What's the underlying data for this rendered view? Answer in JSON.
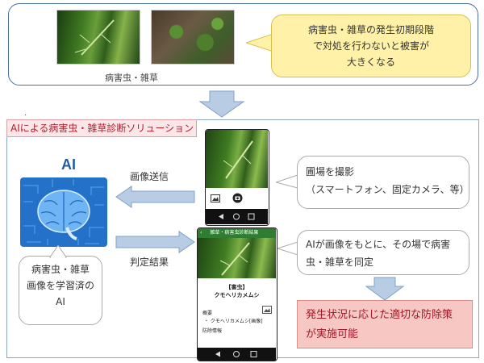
{
  "top": {
    "caption": "病害虫・雑草",
    "callout_lines": [
      "病害虫・雑草の発生初期段階",
      "で対処を行わないと被害が",
      "大きくなる"
    ]
  },
  "section": {
    "title": "AIによる病害虫・雑草診断ソリューション",
    "mark": "."
  },
  "ai": {
    "label": "AI",
    "callout_lines": [
      "病害虫・雑草",
      "画像を学習済の",
      "AI"
    ]
  },
  "arrows": {
    "send_label": "画像送信",
    "result_label": "判定結果"
  },
  "phone_result": {
    "header": "雑草・病害虫診断結果",
    "tag": "【害虫】",
    "name": "クモヘリカメムシ",
    "overview_label": "概要",
    "overview_item": "・ クモヘリカメムシ[画像]",
    "control_label": "防除情報"
  },
  "callouts": {
    "capture_lines": [
      "圃場を撮影",
      "（スマートフォン、固定カメラ、等）"
    ],
    "judge_lines": [
      "AIが画像をもとに、その場で病害",
      "虫・雑草を同定"
    ],
    "result_lines": [
      "発生状況に応じた適切な防除策",
      "が実施可能"
    ]
  },
  "colors": {
    "panel_border": "#4a6fa5",
    "yellow_callout": "#fff2a8",
    "arrow_fill": "#b8cce4",
    "arrow_stroke": "#7f9fc8",
    "section_text": "#b01e2c",
    "result_fill": "#f7c7c3",
    "ai_chip": "#2371c9"
  },
  "icons": {
    "photo_icon": "gallery-icon",
    "camera_icon": "camera-icon"
  }
}
